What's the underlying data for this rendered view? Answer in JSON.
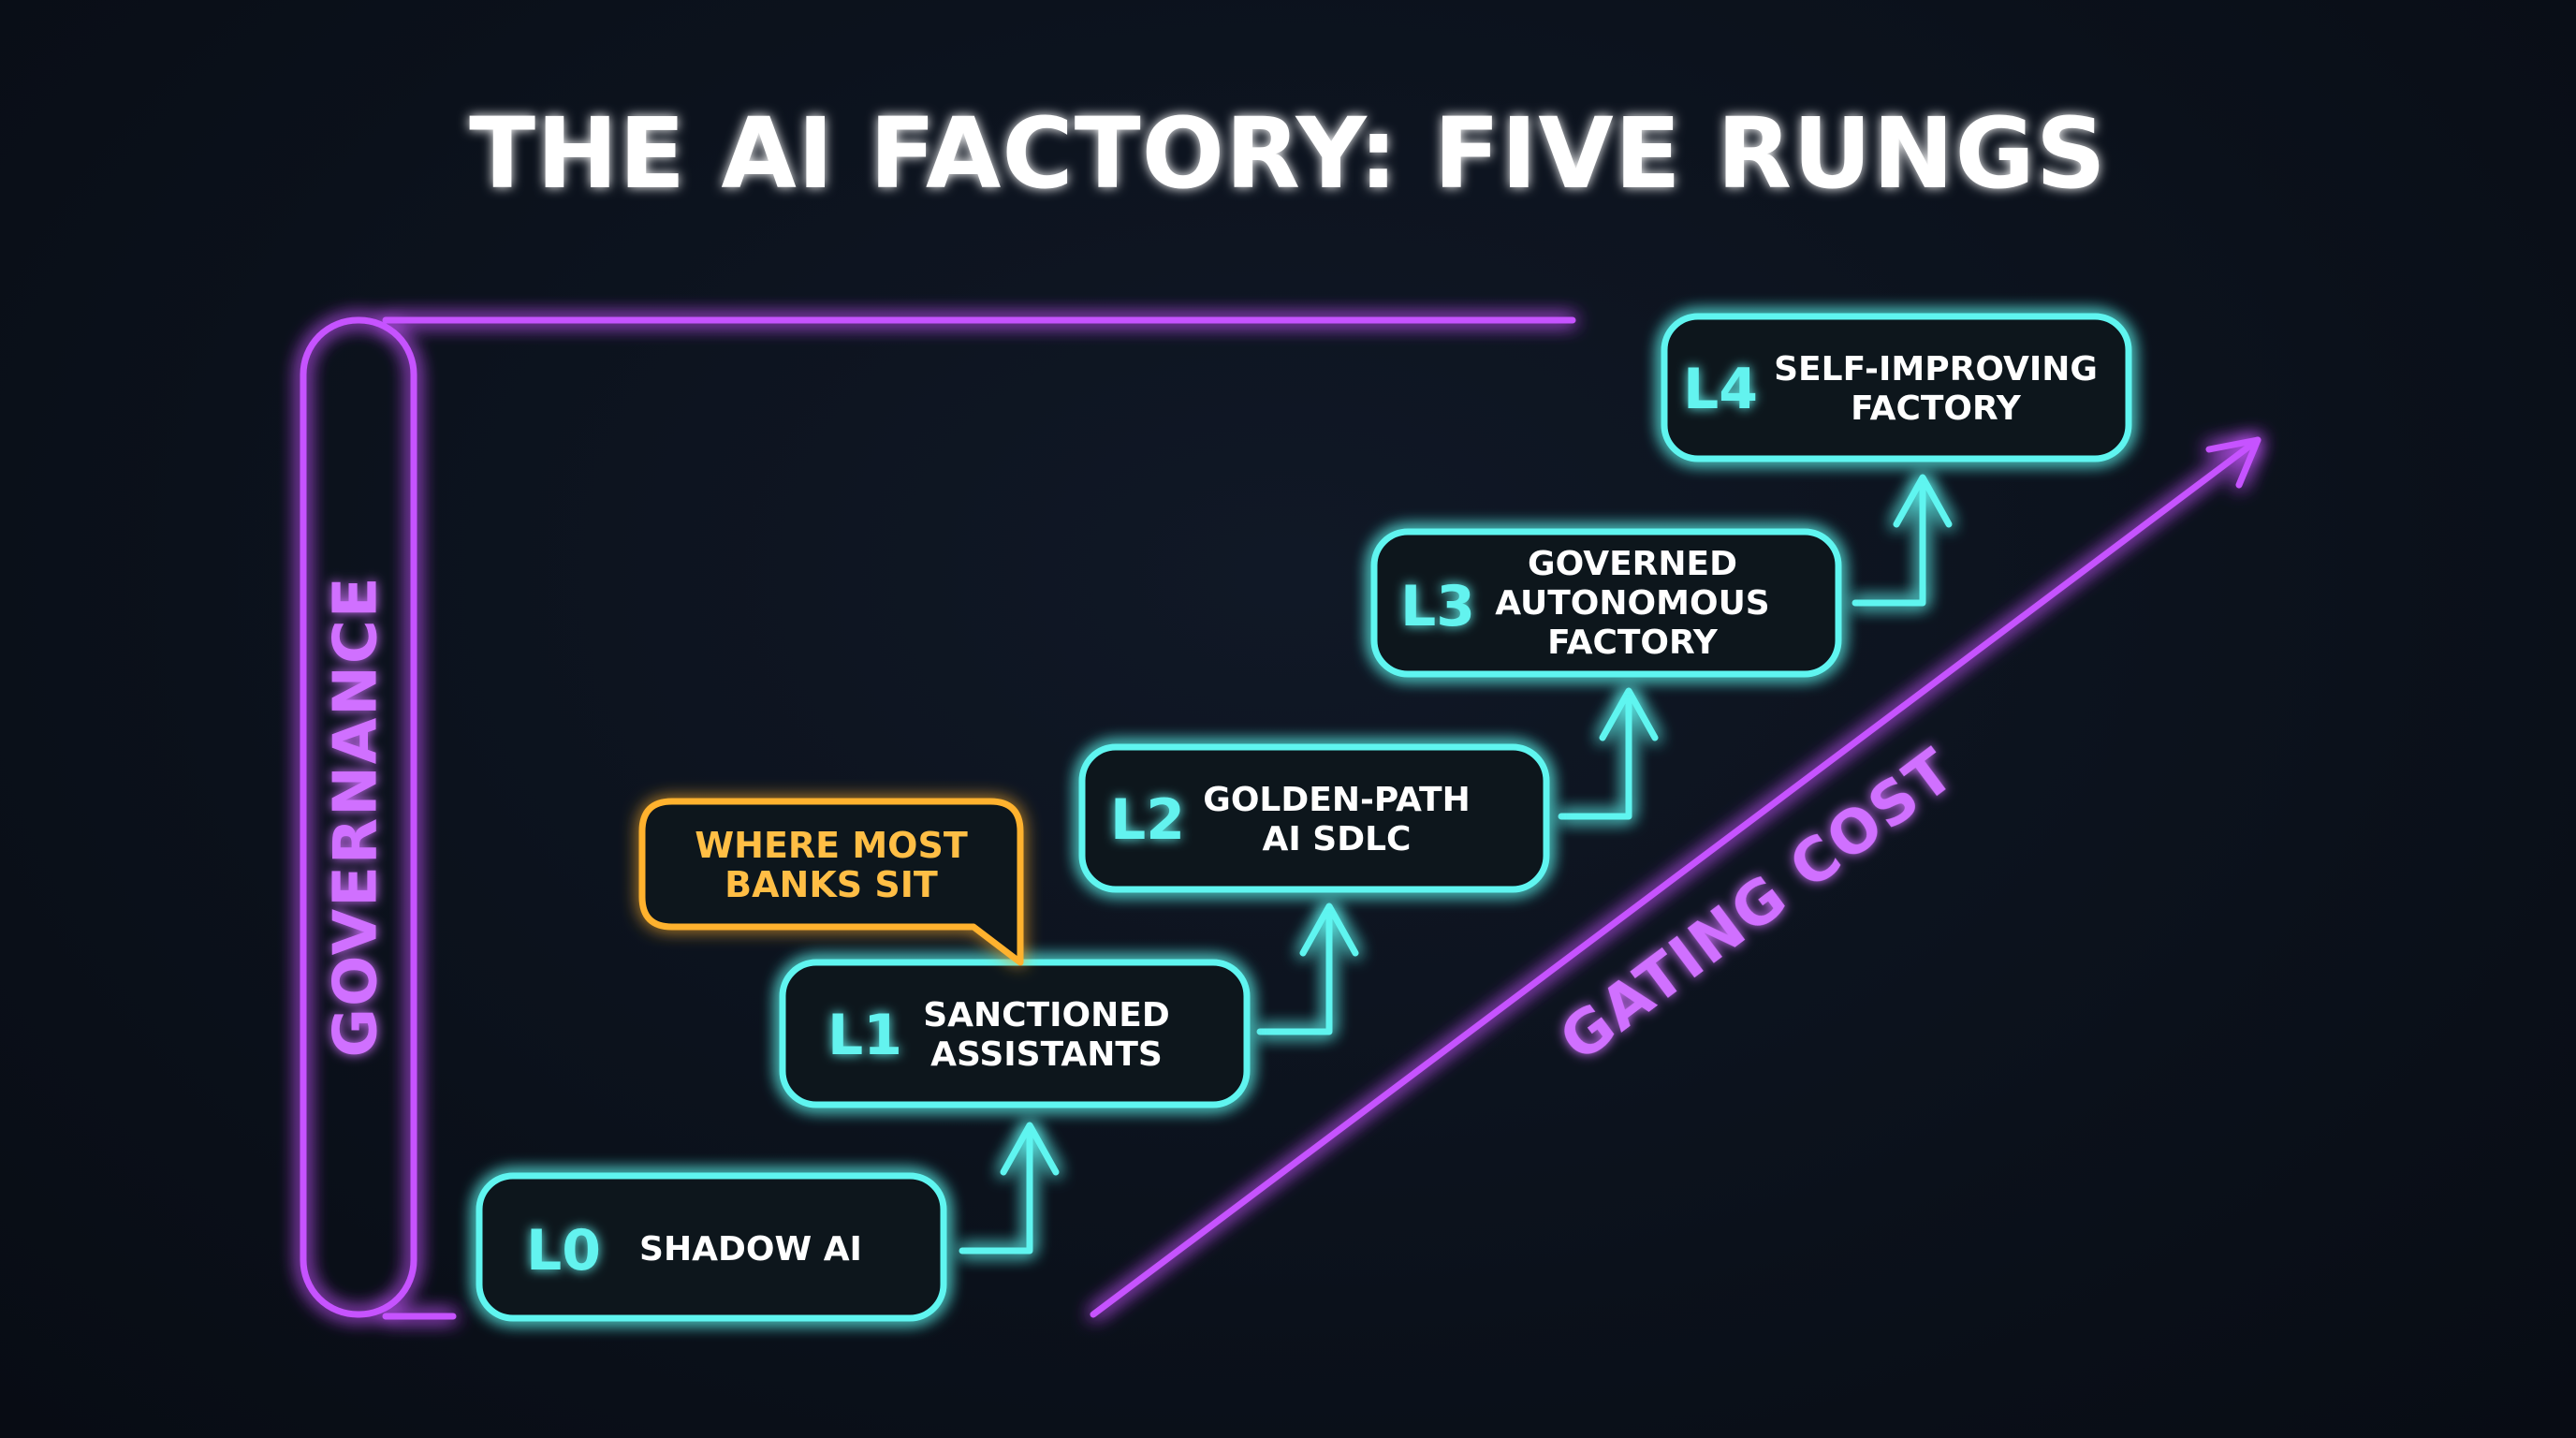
{
  "title": "THE AI FACTORY: FIVE RUNGS",
  "rungs": [
    {
      "code": "L0",
      "lines": [
        "SHADOW AI"
      ]
    },
    {
      "code": "L1",
      "lines": [
        "SANCTIONED",
        "ASSISTANTS"
      ]
    },
    {
      "code": "L2",
      "lines": [
        "GOLDEN-PATH",
        "AI SDLC"
      ]
    },
    {
      "code": "L3",
      "lines": [
        "GOVERNED",
        "AUTONOMOUS",
        "FACTORY"
      ]
    },
    {
      "code": "L4",
      "lines": [
        "SELF-IMPROVING",
        "FACTORY"
      ]
    }
  ],
  "callout": {
    "lines": [
      "WHERE MOST",
      "BANKS SIT"
    ]
  },
  "governance_label": "GOVERNANCE",
  "gating_cost_label": "GATING COST",
  "colors": {
    "rung": "#5ff5f0",
    "axis": "#c653ff",
    "callout": "#ffb22e",
    "background": "#0b111b"
  }
}
